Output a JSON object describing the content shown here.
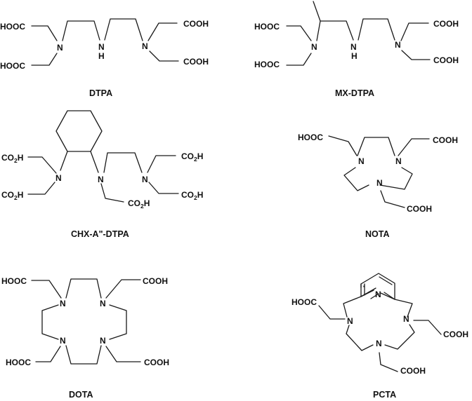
{
  "figure": {
    "compounds": [
      {
        "id": "dtpa",
        "name": "DTPA",
        "labels": {
          "n_left": "N",
          "nh_n": "N",
          "nh_h": "H",
          "n_right": "N",
          "acid_tl": "HOOC",
          "acid_bl": "HOOC",
          "acid_tr": "COOH",
          "acid_br": "COOH"
        }
      },
      {
        "id": "mx-dtpa",
        "name": "MX-DTPA",
        "labels": {
          "n_left": "N",
          "nh_n": "N",
          "nh_h": "H",
          "n_right": "N",
          "acid_tl": "HOOC",
          "acid_bl": "HOOC",
          "acid_tr": "COOH",
          "acid_br": "COOH"
        }
      },
      {
        "id": "chx-a-dtpa",
        "name": "CHX-A\"-DTPA",
        "labels": {
          "n_left": "N",
          "n_mid": "N",
          "n_right": "N",
          "acid_main": "CO",
          "acid_sub": "2",
          "acid_h": "H"
        }
      },
      {
        "id": "nota",
        "name": "NOTA",
        "labels": {
          "n1": "N",
          "n2": "N",
          "n3": "N",
          "acid_tl": "HOOC",
          "acid_tr": "COOH",
          "acid_b": "COOH"
        }
      },
      {
        "id": "dota",
        "name": "DOTA",
        "labels": {
          "n1": "N",
          "n2": "N",
          "n3": "N",
          "n4": "N",
          "acid_tl": "HOOC",
          "acid_bl": "HOOC",
          "acid_tr": "COOH",
          "acid_br": "COOH"
        }
      },
      {
        "id": "pcta",
        "name": "PCTA",
        "labels": {
          "n_py": "N",
          "n_left": "N",
          "n_right": "N",
          "n_bottom": "N",
          "acid_l": "HOOC",
          "acid_r": "COOH",
          "acid_b": "COOH"
        }
      }
    ]
  }
}
